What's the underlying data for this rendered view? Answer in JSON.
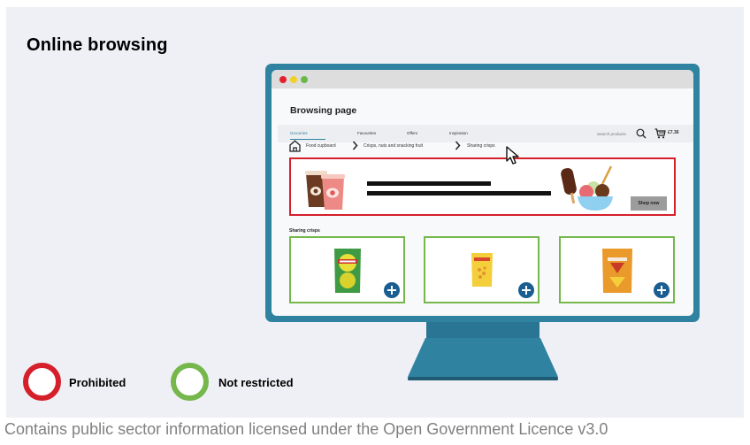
{
  "heading": "Online browsing",
  "browser": {
    "window_controls": [
      "close",
      "minimize",
      "maximize"
    ],
    "page_title": "Browsing page",
    "nav": {
      "tabs": [
        {
          "label": "Groceries",
          "active": true
        },
        {
          "label": "Favourites",
          "active": false
        },
        {
          "label": "Offers",
          "active": false
        },
        {
          "label": "Inspiration",
          "active": false
        }
      ],
      "search_placeholder": "Search products",
      "cart_total": "£7.36"
    },
    "breadcrumb": [
      "Food cupboard",
      "Crisps, nuts and snacking fruit",
      "Sharing crisps"
    ],
    "banner": {
      "status": "prohibited",
      "images": [
        "ice-cream-tubs",
        "ice-cream-bowl-and-lolly"
      ],
      "button_label": "Shop now"
    },
    "section": {
      "label": "Sharing crisps",
      "products": [
        {
          "image": "green-crisps-bag",
          "status": "not-restricted"
        },
        {
          "image": "yellow-crisps-bag",
          "status": "not-restricted"
        },
        {
          "image": "orange-tortilla-chips-bag",
          "status": "not-restricted"
        }
      ]
    }
  },
  "legend": [
    {
      "label": "Prohibited",
      "color": "#d51f2a"
    },
    {
      "label": "Not restricted",
      "color": "#75b74b"
    }
  ],
  "colors": {
    "monitor": "#2f82a0",
    "prohibited": "#d51f2a",
    "not_restricted": "#75b74b",
    "add_button": "#1a5e91",
    "panel_bg": "#eff0f5"
  },
  "footer": {
    "licence": "Contains public sector information licensed under the Open Government Licence v3.0"
  }
}
